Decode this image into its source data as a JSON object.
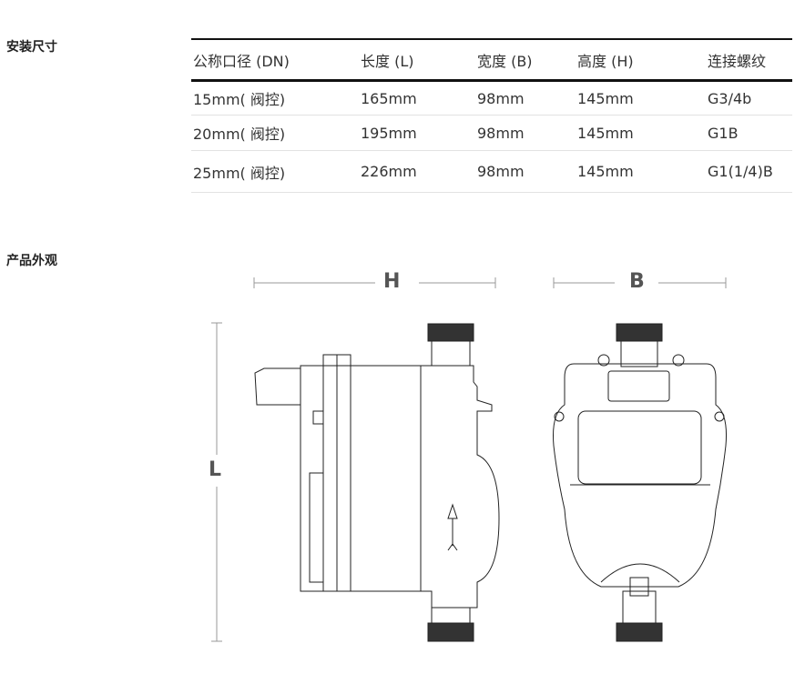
{
  "sections": {
    "install_size": "安装尺寸",
    "appearance": "产品外观"
  },
  "table": {
    "headers": [
      "公称口径 (DN)",
      "长度 (L)",
      "宽度 (B)",
      "高度 (H)",
      "连接螺纹"
    ],
    "rows": [
      [
        "15mm( 阀控)",
        "165mm",
        "98mm",
        "145mm",
        "G3/4b"
      ],
      [
        "20mm( 阀控)",
        "195mm",
        "98mm",
        "145mm",
        "G1B"
      ],
      [
        "25mm( 阀控)",
        "226mm",
        "98mm",
        "145mm",
        "G1(1/4)B"
      ]
    ]
  },
  "dimensions": {
    "h": "H",
    "b": "B",
    "l": "L"
  }
}
